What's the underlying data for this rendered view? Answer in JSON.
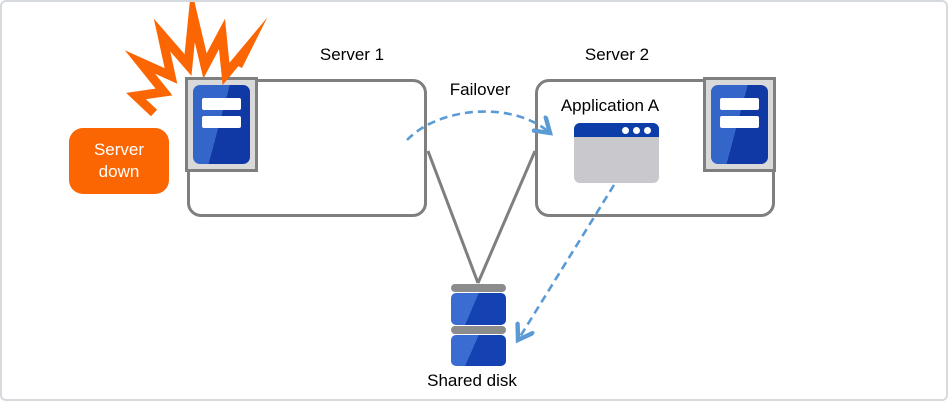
{
  "diagram": {
    "description": "Two-server failover cluster with shared disk",
    "nodes": {
      "server1": {
        "label": "Server 1"
      },
      "server2": {
        "label": "Server 2"
      },
      "application": {
        "label": "Application A"
      },
      "shared_disk": {
        "label": "Shared disk"
      },
      "server_down": {
        "line1": "Server",
        "line2": "down"
      }
    },
    "edges": {
      "failover": {
        "label": "Failover",
        "style": "dashed-arrow",
        "from": "server1",
        "to": "server2"
      },
      "app_to_disk": {
        "style": "dashed-arrow",
        "from": "application",
        "to": "shared_disk"
      },
      "server1_to_disk": {
        "style": "solid-line",
        "from": "server1",
        "to": "shared_disk"
      },
      "server2_to_disk": {
        "style": "solid-line",
        "from": "server2",
        "to": "shared_disk"
      }
    },
    "icons": {
      "server1_icon": "server-tower-icon",
      "server2_icon": "server-tower-icon",
      "application_icon": "application-window-icon",
      "shared_disk_icon": "disk-stack-icon",
      "failure_burst": "explosion-burst-icon"
    },
    "colors": {
      "failure_orange": "#fb6602",
      "server_blue_light": "#3465c8",
      "server_blue_dark": "#1039a5",
      "titlebar_blue": "#0d3da8",
      "disk_blue_light": "#3a6cd2",
      "disk_blue_dark": "#1542b2",
      "connector_gray": "#7f7f7f",
      "icon_frame_gray": "#d9d9d9",
      "window_body_gray": "#c9c9cd",
      "disk_cap_gray": "#8c8c8c",
      "dashed_arrow_blue": "#5b9bd5"
    }
  }
}
